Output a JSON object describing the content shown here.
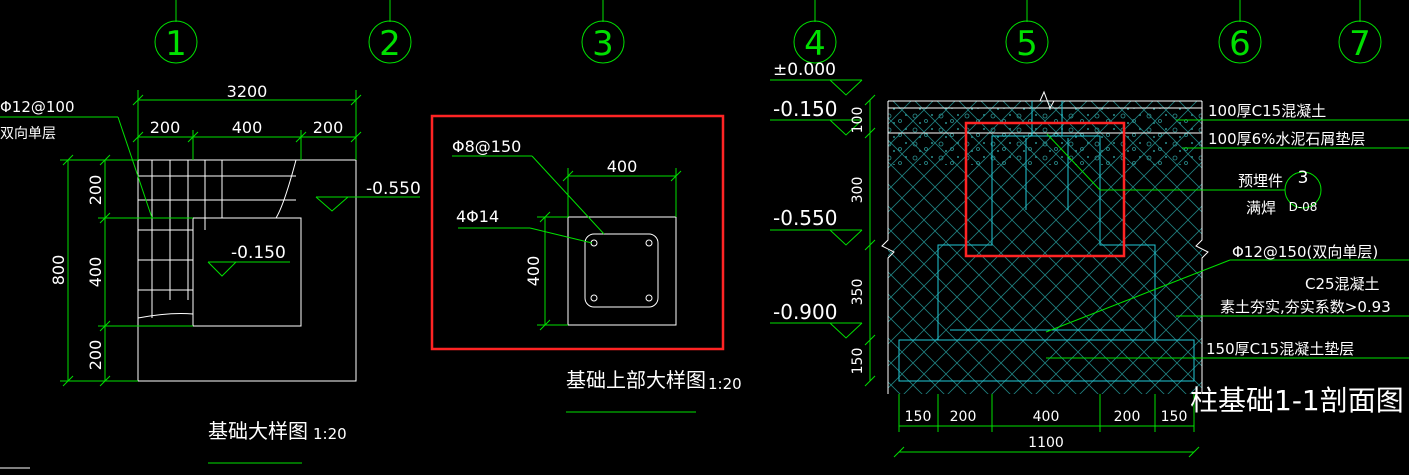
{
  "grid": {
    "bubbles": [
      "1",
      "2",
      "3",
      "4",
      "5",
      "6",
      "7"
    ]
  },
  "detail1": {
    "title": "基础大样图",
    "scale": "1:20",
    "rebar": "Φ12@100",
    "rebar_note": "双向单层",
    "dim_total": "3200",
    "dim_left": "200",
    "dim_mid": "400",
    "dim_right": "200",
    "dim_height": "800",
    "dim_v1": "200",
    "dim_v2": "400",
    "dim_v3": "200",
    "elev_outer": "-0.550",
    "elev_inner": "-0.150"
  },
  "detail2": {
    "title": "基础上部大样图",
    "scale": "1:20",
    "stirrup": "Φ8@150",
    "main_bar": "4Φ14",
    "dim_w": "400",
    "dim_h": "400"
  },
  "section": {
    "title": "柱基础1-1剖面图",
    "elev_0": "±0.000",
    "elev_1": "-0.150",
    "elev_2": "-0.550",
    "elev_3": "-0.900",
    "dim_v": [
      "100",
      "300",
      "350",
      "150"
    ],
    "dims_h": [
      "150",
      "200",
      "400",
      "200",
      "150"
    ],
    "dim_total": "1100",
    "note_1": "100厚C15混凝土",
    "note_2": "100厚6%水泥石屑垫层",
    "embed_label": "预埋件",
    "embed_weld": "满焊",
    "embed_num": "3",
    "embed_ref": "D-08",
    "rebar": "Φ12@150(双向单层)",
    "concrete": "C25混凝土",
    "soil": "素土夯实,夯实系数>0.93",
    "cushion": "150厚C15混凝土垫层"
  }
}
